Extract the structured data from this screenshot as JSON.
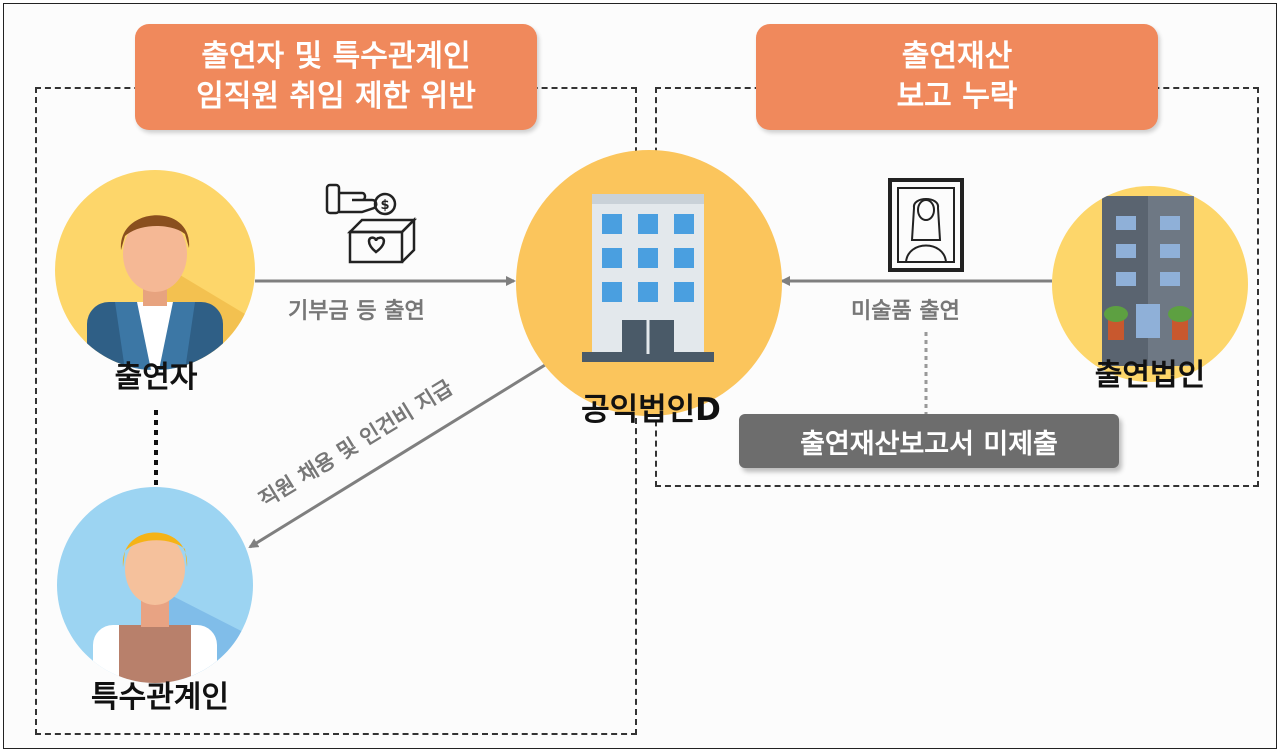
{
  "left_panel": {
    "badge_line1": "출연자 및 특수관계인",
    "badge_line2": "임직원 취임 제한 위반"
  },
  "right_panel": {
    "badge_line1": "출연재산",
    "badge_line2": "보고 누락"
  },
  "nodes": {
    "contributor": "출연자",
    "related_party": "특수관계인",
    "public_corp": "공익법인D",
    "contributing_corp": "출연법인"
  },
  "edges": {
    "donation": "기부금 등 출연",
    "hiring": "직원 채용 및 인건비 지급",
    "artwork": "미술품 출연"
  },
  "report_box": "출연재산보고서 미제출",
  "icons": [
    "donation-hand-icon",
    "donation-box-icon",
    "painting-icon",
    "man-avatar-icon",
    "worker-avatar-icon",
    "office-building-icon",
    "corporate-building-icon"
  ],
  "colors": {
    "badge": "#f0895c",
    "yellow_circle": "#fdd66a",
    "orange_circle": "#fbc55c",
    "blue_circle": "#9cd4f2",
    "arrow": "#7f7f7f",
    "report_box": "#6d6d6d"
  }
}
